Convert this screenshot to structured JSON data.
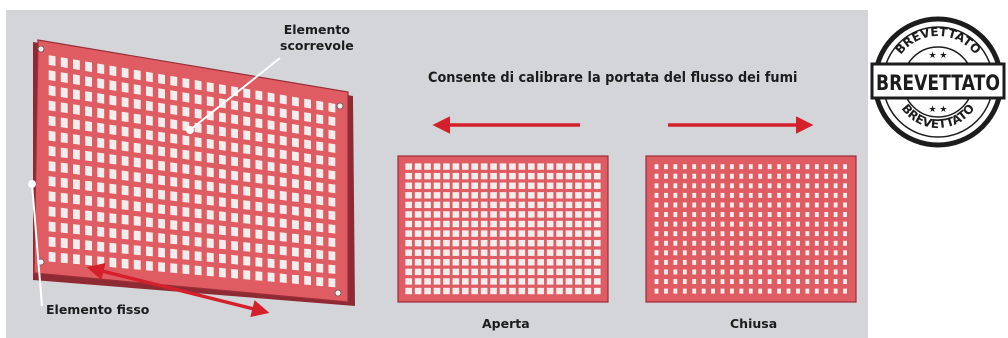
{
  "labels": {
    "sliding_element": [
      "Elemento",
      "scorrevole"
    ],
    "fixed_element": "Elemento fisso",
    "description": "Consente di calibrare la portata del flusso dei fumi",
    "open": "Aperta",
    "closed": "Chiusa"
  },
  "stamp": {
    "main_text": "BREVETTATO",
    "ring_text": "BREVETTATO",
    "style": "rubber stamp, black on white"
  },
  "colors": {
    "background": "#d3d5d8",
    "plate": "#e05c63",
    "plate_edge": "#9b2e38",
    "hole": "#f3eeee",
    "arrow": "#d4202b",
    "stamp_ink": "#1c1c1c"
  },
  "icons": {
    "left_arrow": "arrow-left-icon",
    "right_arrow": "arrow-right-icon",
    "double_arrow": "double-arrow-icon"
  }
}
